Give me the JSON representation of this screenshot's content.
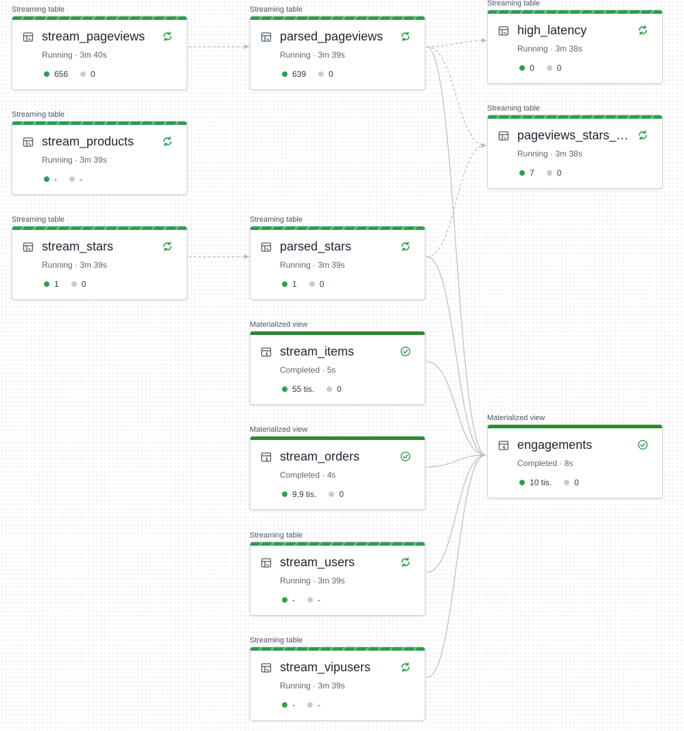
{
  "nodes": [
    {
      "id": "stream_pageviews",
      "type_label": "Streaming table",
      "title": "stream_pageviews",
      "status_text": "Running · 3m 40s",
      "kind": "running",
      "icon": "streaming-table-icon",
      "status_icon": "refresh-icon",
      "metric_green": "656",
      "metric_grey": "0"
    },
    {
      "id": "stream_products",
      "type_label": "Streaming table",
      "title": "stream_products",
      "status_text": "Running · 3m 39s",
      "kind": "running",
      "icon": "streaming-table-icon",
      "status_icon": "refresh-icon",
      "metric_green": "-",
      "metric_grey": "-"
    },
    {
      "id": "stream_stars",
      "type_label": "Streaming table",
      "title": "stream_stars",
      "status_text": "Running · 3m 39s",
      "kind": "running",
      "icon": "streaming-table-icon",
      "status_icon": "refresh-icon",
      "metric_green": "1",
      "metric_grey": "0"
    },
    {
      "id": "parsed_pageviews",
      "type_label": "Streaming table",
      "title": "parsed_pageviews",
      "status_text": "Running · 3m 39s",
      "kind": "running",
      "icon": "streaming-table-icon",
      "status_icon": "refresh-icon",
      "metric_green": "639",
      "metric_grey": "0"
    },
    {
      "id": "parsed_stars",
      "type_label": "Streaming table",
      "title": "parsed_stars",
      "status_text": "Running · 3m 39s",
      "kind": "running",
      "icon": "streaming-table-icon",
      "status_icon": "refresh-icon",
      "metric_green": "1",
      "metric_grey": "0"
    },
    {
      "id": "stream_items",
      "type_label": "Materialized view",
      "title": "stream_items",
      "status_text": "Completed · 5s",
      "kind": "completed",
      "icon": "materialized-view-icon",
      "status_icon": "check-circle-icon",
      "metric_green": "55 tis.",
      "metric_grey": "0"
    },
    {
      "id": "stream_orders",
      "type_label": "Materialized view",
      "title": "stream_orders",
      "status_text": "Completed · 4s",
      "kind": "completed",
      "icon": "materialized-view-icon",
      "status_icon": "check-circle-icon",
      "metric_green": "9,9 tis.",
      "metric_grey": "0"
    },
    {
      "id": "stream_users",
      "type_label": "Streaming table",
      "title": "stream_users",
      "status_text": "Running · 3m 39s",
      "kind": "running",
      "icon": "streaming-table-icon",
      "status_icon": "refresh-icon",
      "metric_green": "-",
      "metric_grey": "-"
    },
    {
      "id": "stream_vipusers",
      "type_label": "Streaming table",
      "title": "stream_vipusers",
      "status_text": "Running · 3m 39s",
      "kind": "running",
      "icon": "streaming-table-icon",
      "status_icon": "refresh-icon",
      "metric_green": "-",
      "metric_grey": "-"
    },
    {
      "id": "high_latency",
      "type_label": "Streaming table",
      "title": "high_latency",
      "status_text": "Running · 3m 38s",
      "kind": "running",
      "icon": "streaming-table-icon",
      "status_icon": "refresh-icon",
      "metric_green": "0",
      "metric_grey": "0"
    },
    {
      "id": "pageviews_stars_c",
      "type_label": "Streaming table",
      "title": "pageviews_stars_c...",
      "status_text": "Running · 3m 38s",
      "kind": "running",
      "icon": "streaming-table-icon",
      "status_icon": "refresh-icon",
      "metric_green": "7",
      "metric_grey": "0"
    },
    {
      "id": "engagements",
      "type_label": "Materialized view",
      "title": "engagements",
      "status_text": "Completed · 8s",
      "kind": "completed",
      "icon": "materialized-view-icon",
      "status_icon": "check-circle-icon",
      "metric_green": "10 tis.",
      "metric_grey": "0"
    }
  ],
  "edges": [
    {
      "from": "stream_pageviews",
      "to": "parsed_pageviews",
      "style": "dashed"
    },
    {
      "from": "stream_stars",
      "to": "parsed_stars",
      "style": "dashed"
    },
    {
      "from": "parsed_pageviews",
      "to": "high_latency",
      "style": "dashed"
    },
    {
      "from": "parsed_pageviews",
      "to": "pageviews_stars_c",
      "style": "dashed"
    },
    {
      "from": "parsed_stars",
      "to": "pageviews_stars_c",
      "style": "dashed"
    },
    {
      "from": "parsed_pageviews",
      "to": "engagements",
      "style": "solid"
    },
    {
      "from": "parsed_stars",
      "to": "engagements",
      "style": "solid"
    },
    {
      "from": "stream_items",
      "to": "engagements",
      "style": "solid"
    },
    {
      "from": "stream_orders",
      "to": "engagements",
      "style": "solid"
    },
    {
      "from": "stream_users",
      "to": "engagements",
      "style": "solid"
    },
    {
      "from": "stream_vipusers",
      "to": "engagements",
      "style": "solid"
    }
  ],
  "colors": {
    "running_bar": "#2f9a52",
    "completed_bar": "#2b8a2b",
    "status_icon": "#2f9e4f",
    "metric_green": "#2f9e4f",
    "metric_grey": "#c3cdd6",
    "edge": "#b7bcc2"
  }
}
